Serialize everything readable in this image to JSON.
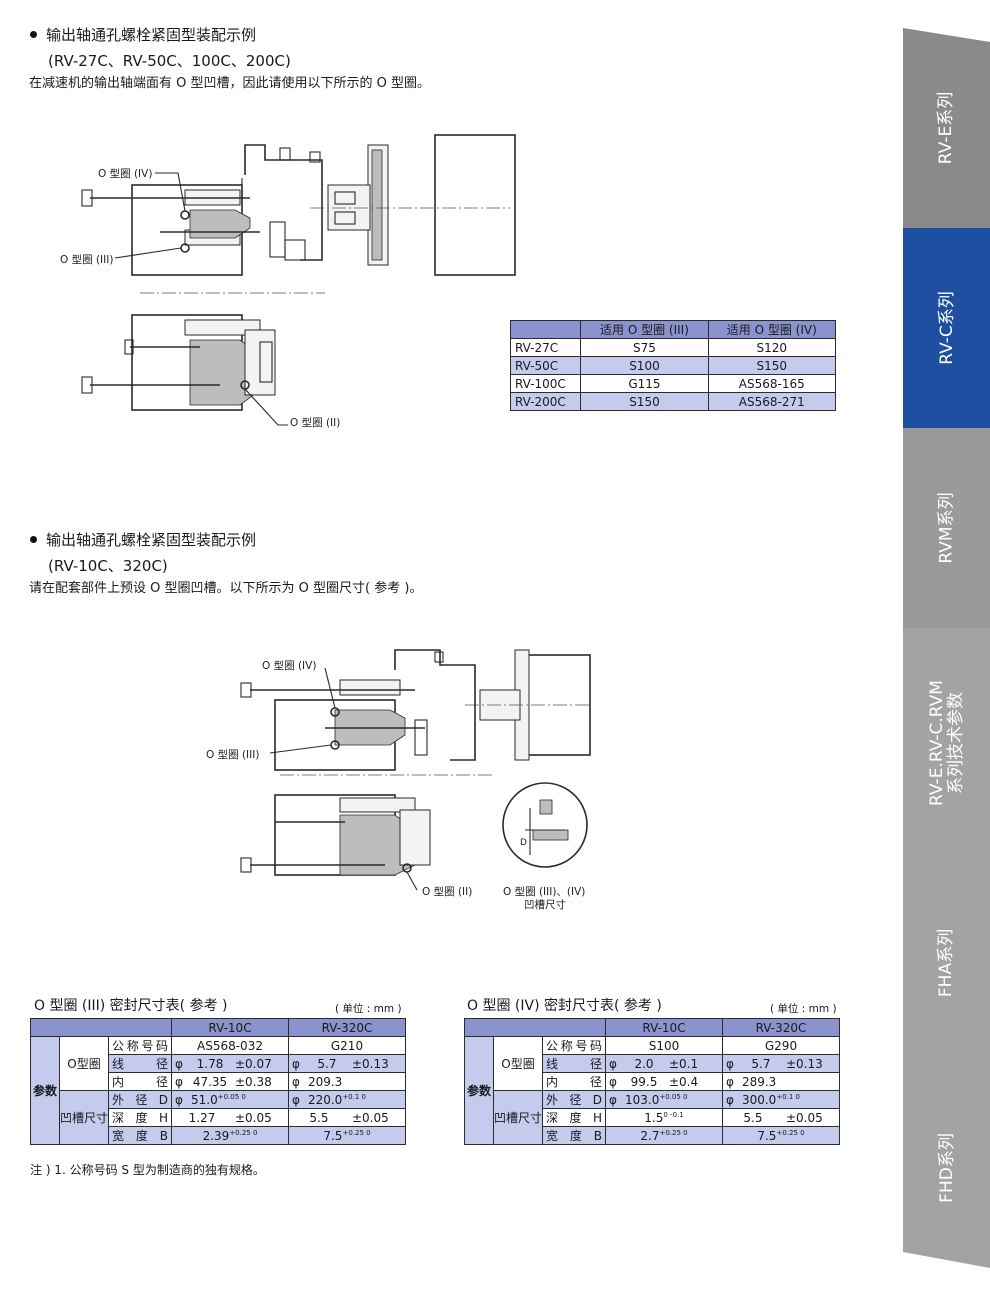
{
  "section1": {
    "title": "输出轴通孔螺栓紧固型装配示例",
    "models": "(RV-27C、RV-50C、100C、200C)",
    "desc": "在减速机的输出轴端面有 O 型凹槽，因此请使用以下所示的 O 型圈。",
    "labels": {
      "iv": "O 型圈 (IV)",
      "iii": "O 型圈 (III)",
      "ii": "O 型圈 (II)"
    },
    "table": {
      "headers": [
        "",
        "适用 O 型圈 (III)",
        "适用 O 型圈 (IV)"
      ],
      "rows": [
        [
          "RV-27C",
          "S75",
          "S120"
        ],
        [
          "RV-50C",
          "S100",
          "S150"
        ],
        [
          "RV-100C",
          "G115",
          "AS568-165"
        ],
        [
          "RV-200C",
          "S150",
          "AS568-271"
        ]
      ]
    }
  },
  "section2": {
    "title": "输出轴通孔螺栓紧固型装配示例",
    "models": "(RV-10C、320C)",
    "desc": "请在配套部件上预设 O 型圈凹槽。以下所示为 O 型圈尺寸( 参考 )。",
    "labels": {
      "iv": "O 型圈 (IV)",
      "iii": "O 型圈 (III)",
      "ii": "O 型圈 (II)",
      "groove1": "O 型圈 (III)、(IV)",
      "groove2": "凹槽尺寸",
      "d": "D"
    }
  },
  "table3": {
    "title": "O 型圈 (III) 密封尺寸表( 参考 )",
    "unit": "( 单位 : mm )",
    "col1": "RV-10C",
    "col2": "RV-320C",
    "side": "参数",
    "group1": "O型圈",
    "group2": "凹槽尺寸",
    "rows": [
      {
        "label": "公称号码",
        "v1": "AS568-032",
        "v2": "G210"
      },
      {
        "label": "线　径",
        "p1": "φ",
        "v1": "1.78",
        "t1": "±0.07",
        "p2": "φ",
        "v2": "5.7",
        "t2": "±0.13"
      },
      {
        "label": "内　径",
        "p1": "φ",
        "v1": "47.35",
        "t1": "±0.38",
        "p2": "φ",
        "v2": "209.3"
      },
      {
        "label": "外 径 D",
        "p1": "φ",
        "v1": "51.0",
        "s1": "+0.05 0",
        "p2": "φ",
        "v2": "220.0",
        "s2": "+0.1 0"
      },
      {
        "label": "深 度 H",
        "v1": "1.27",
        "t1": "±0.05",
        "v2": "5.5",
        "t2": "±0.05"
      },
      {
        "label": "宽 度 B",
        "v1": "2.39",
        "s1": "+0.25 0",
        "v2": "7.5",
        "s2": "+0.25 0"
      }
    ]
  },
  "table4": {
    "title": "O 型圈 (IV) 密封尺寸表( 参考 )",
    "unit": "( 单位 : mm )",
    "col1": "RV-10C",
    "col2": "RV-320C",
    "side": "参数",
    "group1": "O型圈",
    "group2": "凹槽尺寸",
    "rows": [
      {
        "label": "公称号码",
        "v1": "S100",
        "v2": "G290"
      },
      {
        "label": "线　径",
        "p1": "φ",
        "v1": "2.0",
        "t1": "±0.1",
        "p2": "φ",
        "v2": "5.7",
        "t2": "±0.13"
      },
      {
        "label": "内　径",
        "p1": "φ",
        "v1": "99.5",
        "t1": "±0.4",
        "p2": "φ",
        "v2": "289.3"
      },
      {
        "label": "外 径 D",
        "p1": "φ",
        "v1": "103.0",
        "s1": "+0.05 0",
        "p2": "φ",
        "v2": "300.0",
        "s2": "+0.1 0"
      },
      {
        "label": "深 度 H",
        "v1": "1.5",
        "s1": "0 -0.1",
        "v2": "5.5",
        "t2": "±0.05"
      },
      {
        "label": "宽 度 B",
        "v1": "2.7",
        "s1": "+0.25 0",
        "v2": "7.5",
        "s2": "+0.25 0"
      }
    ]
  },
  "note": "注 ) 1. 公称号码 S 型为制造商的独有规格。",
  "sidebar": [
    {
      "label": "RV-E系列",
      "color": "#8a8a8a"
    },
    {
      "label": "RV-C系列",
      "color": "#1f4fa0"
    },
    {
      "label": "RVM系列",
      "color": "#9a9a9a"
    },
    {
      "label": "RV-E.RV-C.RVM\n系列技术参数",
      "color": "#a3a3a3"
    },
    {
      "label": "FHA系列",
      "color": "#a3a3a3"
    },
    {
      "label": "FHD系列",
      "color": "#a3a3a3"
    }
  ]
}
